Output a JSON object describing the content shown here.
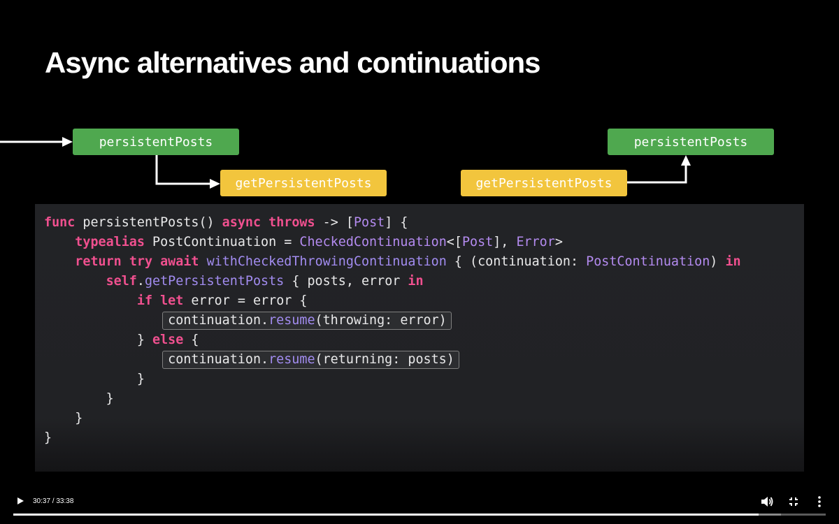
{
  "slide": {
    "title": "Async alternatives and continuations"
  },
  "diagram": {
    "left_green_label": "persistentPosts",
    "left_yellow_label": "getPersistentPosts",
    "right_yellow_label": "getPersistentPosts",
    "right_green_label": "persistentPosts"
  },
  "code_lines": [
    [
      {
        "t": "func",
        "c": "kw"
      },
      {
        "t": " persistentPosts() "
      },
      {
        "t": "async",
        "c": "kw"
      },
      {
        "t": " "
      },
      {
        "t": "throws",
        "c": "kw"
      },
      {
        "t": " -> ["
      },
      {
        "t": "Post",
        "c": "ty"
      },
      {
        "t": "] {"
      }
    ],
    [
      {
        "t": "    "
      },
      {
        "t": "typealias",
        "c": "kw"
      },
      {
        "t": " PostContinuation = "
      },
      {
        "t": "CheckedContinuation",
        "c": "ty"
      },
      {
        "t": "<["
      },
      {
        "t": "Post",
        "c": "ty"
      },
      {
        "t": "], "
      },
      {
        "t": "Error",
        "c": "ty"
      },
      {
        "t": ">"
      }
    ],
    [
      {
        "t": "    "
      },
      {
        "t": "return",
        "c": "kw"
      },
      {
        "t": " "
      },
      {
        "t": "try",
        "c": "kw"
      },
      {
        "t": " "
      },
      {
        "t": "await",
        "c": "kw"
      },
      {
        "t": " "
      },
      {
        "t": "withCheckedThrowingContinuation",
        "c": "fn"
      },
      {
        "t": " { (continuation: "
      },
      {
        "t": "PostContinuation",
        "c": "ty"
      },
      {
        "t": ") "
      },
      {
        "t": "in",
        "c": "kw"
      }
    ],
    [
      {
        "t": "        "
      },
      {
        "t": "self",
        "c": "kw"
      },
      {
        "t": "."
      },
      {
        "t": "getPersistentPosts",
        "c": "fn"
      },
      {
        "t": " { posts, error "
      },
      {
        "t": "in",
        "c": "kw"
      }
    ],
    [
      {
        "t": "            "
      },
      {
        "t": "if",
        "c": "kw"
      },
      {
        "t": " "
      },
      {
        "t": "let",
        "c": "kw"
      },
      {
        "t": " error = error {"
      }
    ],
    [
      {
        "t": "                "
      },
      {
        "hl": [
          {
            "t": "continuation."
          },
          {
            "t": "resume",
            "c": "fn"
          },
          {
            "t": "(throwing: error)"
          }
        ]
      }
    ],
    [
      {
        "t": "            } "
      },
      {
        "t": "else",
        "c": "kw"
      },
      {
        "t": " {"
      }
    ],
    [
      {
        "t": "                "
      },
      {
        "hl": [
          {
            "t": "continuation."
          },
          {
            "t": "resume",
            "c": "fn"
          },
          {
            "t": "(returning: posts)"
          }
        ]
      }
    ],
    [
      {
        "t": "            }"
      }
    ],
    [
      {
        "t": "        }"
      }
    ],
    [
      {
        "t": "    }"
      }
    ],
    [
      {
        "t": "}"
      }
    ]
  ],
  "player": {
    "time_label": "30:37 / 33:38",
    "progress": 0.917,
    "buffered": 0.945,
    "icons": [
      "play-icon",
      "volume-icon",
      "exit-fullscreen-icon",
      "more-options-icon"
    ]
  },
  "colors": {
    "green_box": "#4fa84f",
    "yellow_box": "#f2c53d",
    "keyword": "#f0508f",
    "type": "#b48bf0"
  }
}
